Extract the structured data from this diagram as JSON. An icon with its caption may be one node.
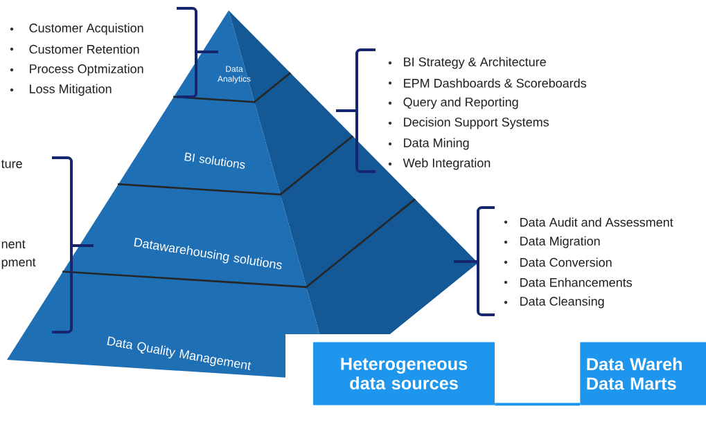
{
  "diagram": {
    "nodes": [
      {
        "text": [
          "Data Analytics"
        ]
      },
      {
        "text": [
          "BI solutions"
        ]
      },
      {
        "text": [
          "Datawarehousing solutions"
        ]
      },
      {
        "text": [
          "Data Quality Management"
        ]
      },
      {
        "text": [
          "Heterogeneous data sources"
        ]
      },
      {
        "text": [
          "Data Wareh Data Marts"
        ]
      }
    ],
    "edges": [
      {
        "from": 4,
        "to": 5,
        "arrow": "none"
      }
    ],
    "labels": [
      "Customer Acquistion",
      "Customer Retention",
      "Process Optmization",
      "Loss Mitigation",
      "BI Strategy & Architecture",
      "EPM Dashboards & Scoreboards",
      "Query and Reporting",
      "Decision Support Systems",
      "Data  Mining",
      "Web Integration",
      "ture",
      "nent",
      "pment",
      "Data Audit and Assessment",
      "Data Migration",
      "Data Conversion",
      "Data Enhancements",
      "Data Cleansing"
    ]
  }
}
